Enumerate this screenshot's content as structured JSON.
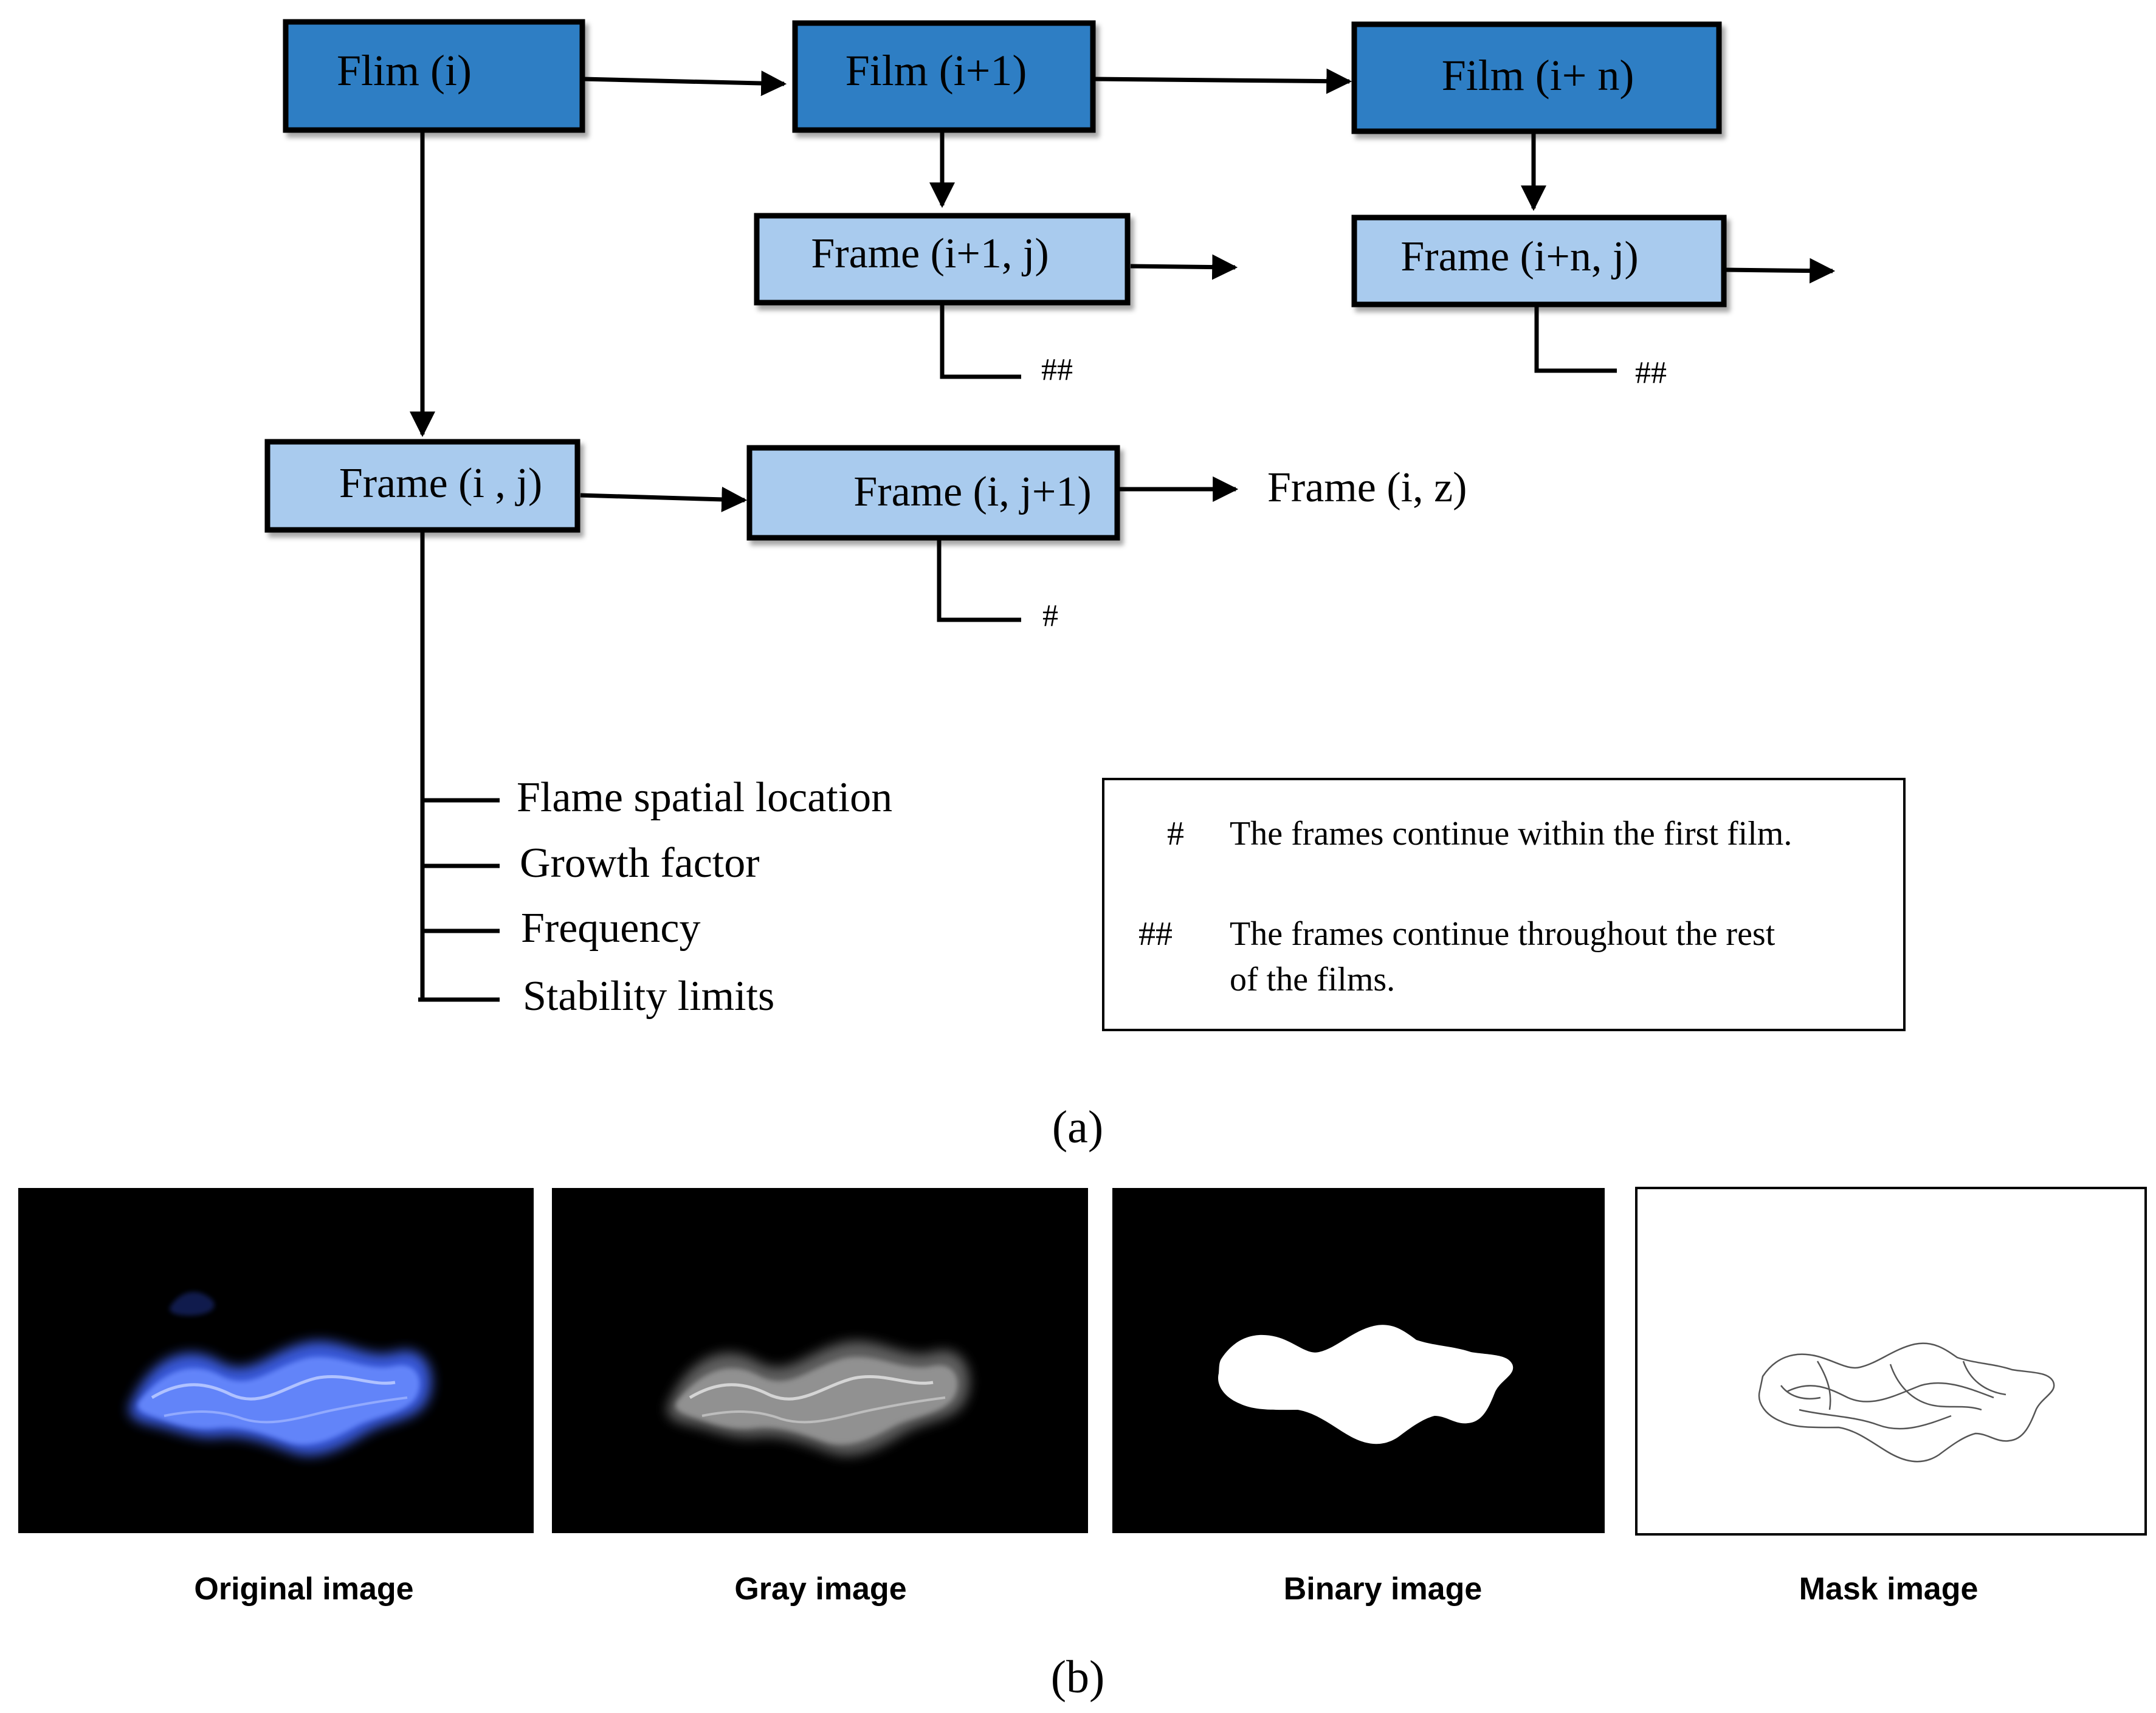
{
  "panel_a": {
    "boxes": {
      "film_i": "Flim (i)",
      "film_i1": "Film (i+1)",
      "film_in": "Film (i+ n)",
      "frame_i1_j": "Frame (i+1, j)",
      "frame_in_j": "Frame (i+n, j)",
      "frame_i_j": "Frame (i , j)",
      "frame_i_j1": "Frame  (i, j+1)"
    },
    "frame_i_z": "Frame (i, z)",
    "marks": {
      "double_hash_1": "##",
      "double_hash_2": "##",
      "single_hash": "#"
    },
    "features": [
      "Flame spatial location",
      "Growth factor",
      "Frequency",
      "Stability limits"
    ],
    "legend": {
      "row1_symbol": "#",
      "row1_text": "The frames continue within the first film.",
      "row2_symbol": "##",
      "row2_line1": "The frames continue throughout the rest",
      "row2_line2": "of the films."
    },
    "label": "(a)"
  },
  "panel_b": {
    "captions": {
      "original": "Original image",
      "gray": "Gray image",
      "binary": "Binary image",
      "mask": "Mask image"
    },
    "label": "(b)"
  },
  "colors": {
    "box_dark": "#2f7ec4",
    "box_light": "#a9cbee",
    "flame_blue": "#4a72ff",
    "image_bg": "#000000"
  }
}
